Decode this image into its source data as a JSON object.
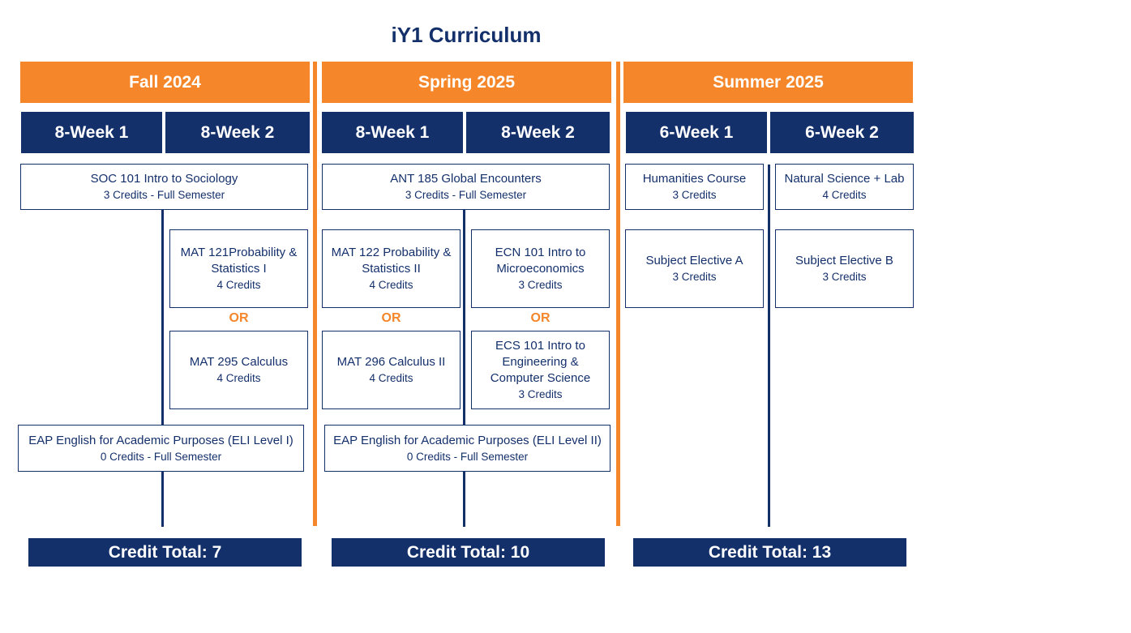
{
  "title": "iY1 Curriculum",
  "colors": {
    "navy": "#14306b",
    "orange": "#f5862a"
  },
  "terms": [
    {
      "name": "Fall 2024",
      "weeks": [
        "8-Week 1",
        "8-Week 2"
      ],
      "courses": {
        "full1": {
          "name": "SOC 101 Intro to Sociology",
          "credits": "3 Credits - Full Semester"
        },
        "w2_a": {
          "name": "MAT 121Probability & Statistics I",
          "credits": "4 Credits"
        },
        "or": "OR",
        "w2_b": {
          "name": "MAT 295 Calculus",
          "credits": "4 Credits"
        },
        "full2": {
          "name": "EAP English for Academic Purposes (ELI Level I)",
          "credits": "0 Credits - Full Semester"
        }
      },
      "total": "Credit Total: 7"
    },
    {
      "name": "Spring 2025",
      "weeks": [
        "8-Week 1",
        "8-Week 2"
      ],
      "courses": {
        "full1": {
          "name": "ANT 185 Global Encounters",
          "credits": "3 Credits - Full Semester"
        },
        "w1_a": {
          "name": "MAT 122 Probability & Statistics II",
          "credits": "4 Credits"
        },
        "w1_or": "OR",
        "w1_b": {
          "name": "MAT 296 Calculus II",
          "credits": "4 Credits"
        },
        "w2_a": {
          "name": "ECN 101 Intro to Microeconomics",
          "credits": "3 Credits"
        },
        "w2_or": "OR",
        "w2_b": {
          "name": "ECS 101 Intro to Engineering & Computer Science",
          "credits": "3 Credits"
        },
        "full2": {
          "name": "EAP English for Academic Purposes (ELI Level II)",
          "credits": "0 Credits - Full Semester"
        }
      },
      "total": "Credit Total: 10"
    },
    {
      "name": "Summer 2025",
      "weeks": [
        "6-Week 1",
        "6-Week 2"
      ],
      "courses": {
        "w1_a": {
          "name": "Humanities Course",
          "credits": "3 Credits"
        },
        "w2_a": {
          "name": "Natural Science + Lab",
          "credits": "4 Credits"
        },
        "w1_b": {
          "name": "Subject Elective A",
          "credits": "3 Credits"
        },
        "w2_b": {
          "name": "Subject Elective B",
          "credits": "3 Credits"
        }
      },
      "total": "Credit Total: 13"
    }
  ]
}
